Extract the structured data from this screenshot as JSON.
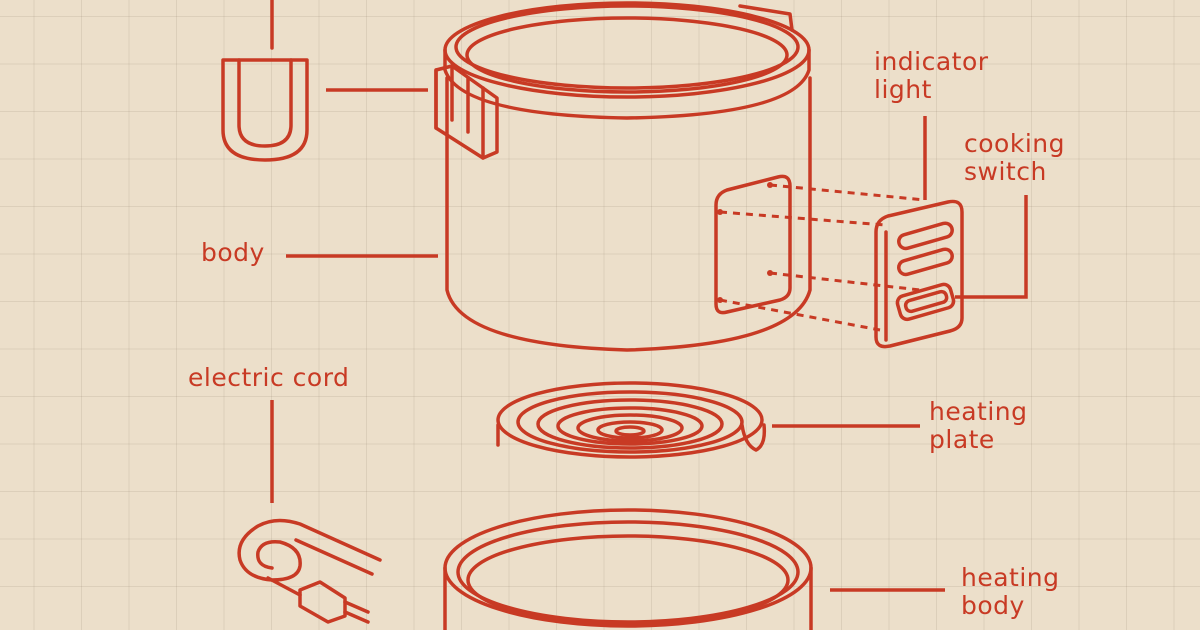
{
  "labels": {
    "indicator_light": [
      "indicator",
      "light"
    ],
    "cooking_switch": [
      "cooking",
      "switch"
    ],
    "body": "body",
    "electric_cord": "electric cord",
    "heating_plate": [
      "heating",
      "plate"
    ],
    "heating_body": [
      "heating",
      "body"
    ]
  },
  "colors": {
    "line": "#c83a24",
    "background": "#ecdfca",
    "grid": "#d8c9b2"
  },
  "parts": [
    "handle-icon",
    "pot-body-icon",
    "control-panel-icon",
    "heating-plate-coil-icon",
    "electric-cord-plug-icon",
    "heating-body-base-icon"
  ]
}
